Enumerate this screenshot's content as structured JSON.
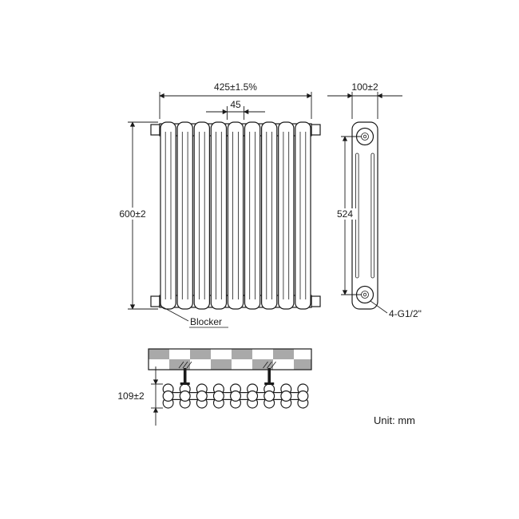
{
  "dims": {
    "front_width": "425±1.5%",
    "front_pitch": "45",
    "front_height": "600±2",
    "side_width": "100±2",
    "side_height": "524",
    "top_depth": "109±2"
  },
  "labels": {
    "blocker": "Blocker",
    "thread": "4-G1/2\"",
    "unit": "Unit: mm"
  },
  "colors": {
    "line": "#1a1a1a",
    "wall_hatch": "#a9a9a9",
    "background": "#ffffff"
  }
}
